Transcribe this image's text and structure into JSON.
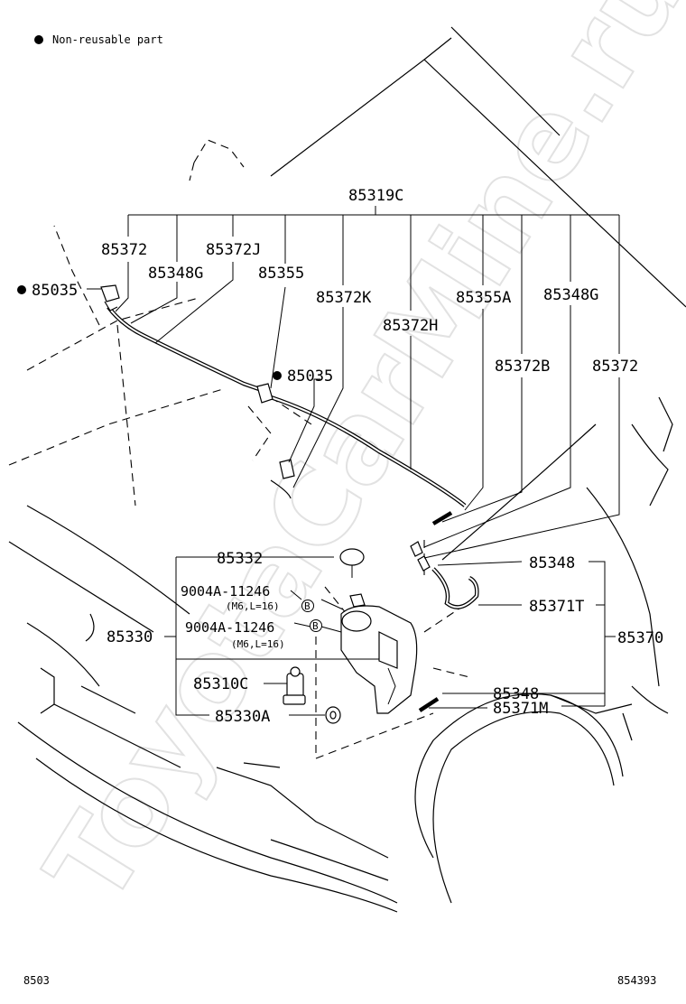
{
  "legend": {
    "symbol": "filled-circle",
    "text": "Non-reusable part"
  },
  "footer": {
    "left": "8503",
    "right": "854393"
  },
  "watermark": "ToyotaCarMine.ru",
  "callouts": {
    "c85319C": "85319C",
    "c85372_a": "85372",
    "c85348G_a": "85348G",
    "c85372J": "85372J",
    "c85355": "85355",
    "c85035_a": "85035",
    "c85372K": "85372K",
    "c85372H": "85372H",
    "c85355A": "85355A",
    "c85348G_b": "85348G",
    "c85035_b": "85035",
    "c85372B": "85372B",
    "c85372_b": "85372",
    "c85332": "85332",
    "c9004A_a": "9004A-11246",
    "c9004A_a_spec": "(M6,L=16)",
    "c9004A_b": "9004A-11246",
    "c9004A_b_spec": "(M6,L=16)",
    "c85330": "85330",
    "c85310C": "85310C",
    "c85330A": "85330A",
    "c85348_a": "85348",
    "c85371T": "85371T",
    "c85370": "85370",
    "c85348_b": "85348",
    "c85371M": "85371M",
    "markB_a": "B",
    "markB_b": "B"
  }
}
